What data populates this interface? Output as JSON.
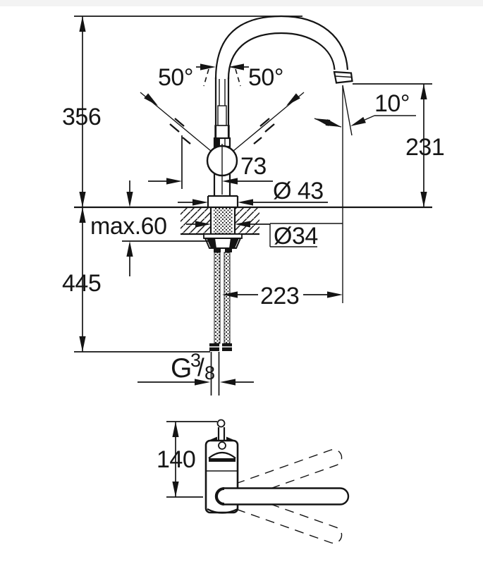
{
  "drawing": {
    "type": "faucet-installation-dimension-drawing",
    "colors": {
      "background": "#ffffff",
      "line": "#141414"
    },
    "dimensions": {
      "spout_height": "356",
      "swivel_left": "50°",
      "swivel_right": "50°",
      "outlet_angle": "10°",
      "outlet_height": "231",
      "swivel_offset": "73",
      "base_diameter": "Ø 43",
      "max_counter_thickness": "max.60",
      "shank_diameter": "Ø34",
      "hose_length": "445",
      "reach": "223",
      "body_depth": "140",
      "thread": {
        "letter": "G",
        "numerator": "3",
        "slash": "/",
        "denominator": "8"
      }
    }
  }
}
